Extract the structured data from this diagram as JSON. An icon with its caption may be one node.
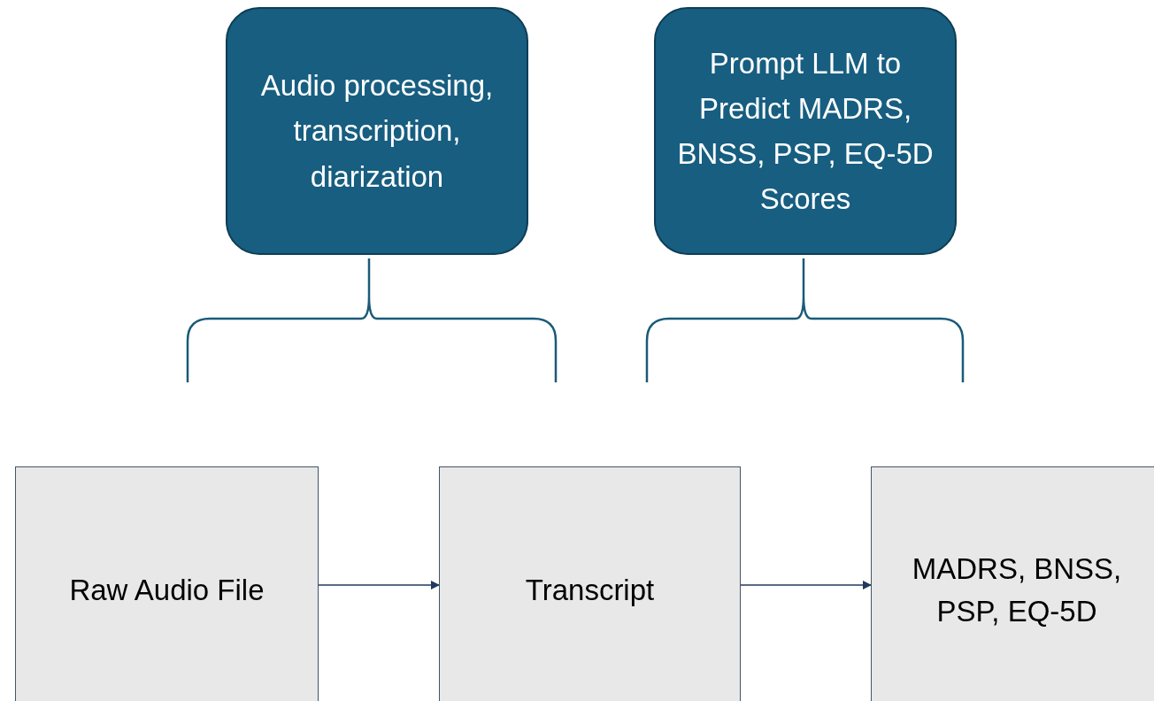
{
  "diagram": {
    "nodes": [
      {
        "text": [
          "Audio processing, transcription, diarization"
        ]
      },
      {
        "text": [
          "Prompt LLM to Predict MADRS, BNSS, PSP, EQ-5D Scores"
        ]
      },
      {
        "text": [
          "Raw Audio File"
        ]
      },
      {
        "text": [
          "Transcript"
        ]
      },
      {
        "text": [
          "MADRS, BNSS, PSP, EQ-5D"
        ]
      }
    ],
    "edges": [
      {
        "from": 2,
        "to": 3,
        "arrow": "to"
      },
      {
        "from": 3,
        "to": 4,
        "arrow": "to"
      }
    ]
  }
}
